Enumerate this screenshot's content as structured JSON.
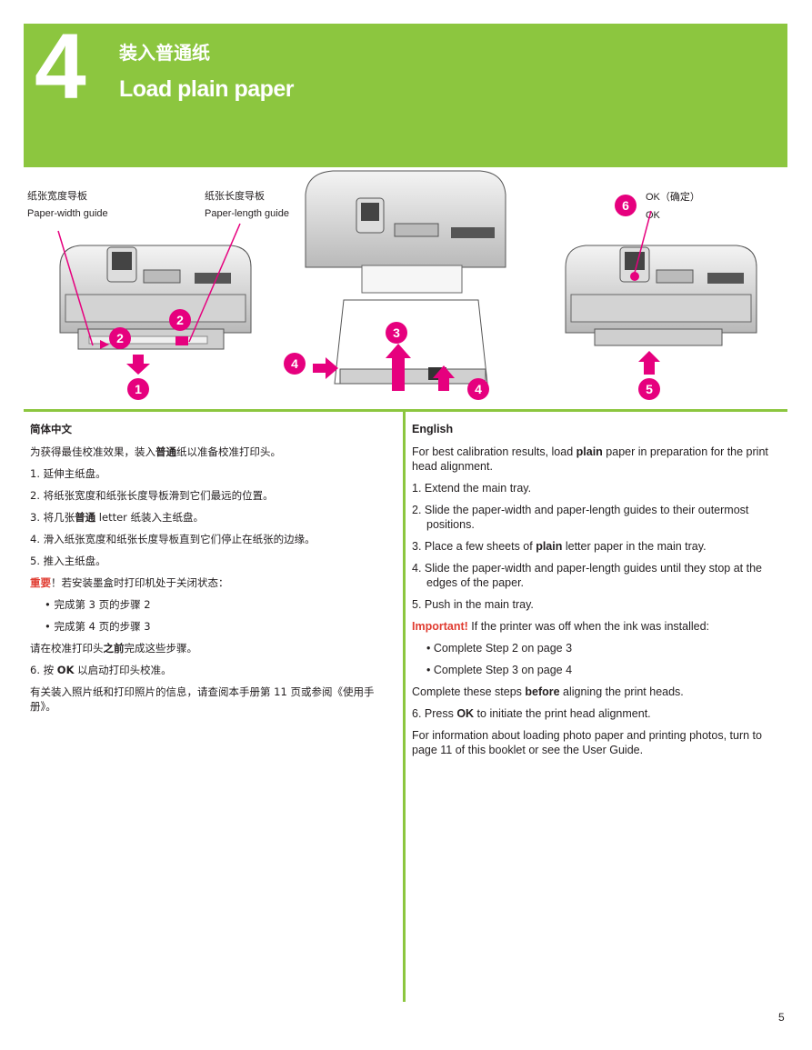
{
  "header": {
    "step": "4",
    "title_cn": "装入普通纸",
    "title_en": "Load plain paper"
  },
  "illustration": {
    "paper_width_guide_cn": "纸张宽度导板",
    "paper_width_guide_en": "Paper-width guide",
    "paper_length_guide_cn": "纸张长度导板",
    "paper_length_guide_en": "Paper-length guide",
    "ok_cn": "OK（确定）",
    "ok_en": "OK",
    "badges": [
      "1",
      "2",
      "2",
      "3",
      "4",
      "4",
      "5",
      "6"
    ]
  },
  "colors": {
    "green": "#8cc63f",
    "pink": "#e6007e",
    "important_red": "#e03c31"
  },
  "cn": {
    "heading": "简体中文",
    "intro_a": "为获得最佳校准效果，装入",
    "intro_b": "普通",
    "intro_c": "纸以准备校准打印头。",
    "s1": "1. 延伸主纸盘。",
    "s2": "2. 将纸张宽度和纸张长度导板滑到它们最远的位置。",
    "s3_a": "3. 将几张",
    "s3_b": "普通",
    "s3_c": " letter 纸装入主纸盘。",
    "s4": "4. 滑入纸张宽度和纸张长度导板直到它们停止在纸张的边缘。",
    "s5": "5. 推入主纸盘。",
    "imp_label": "重要",
    "imp_text": "！若安装墨盒时打印机处于关闭状态：",
    "b1": "• 完成第 3 页的步骤 2",
    "b2": "• 完成第 4 页的步骤 3",
    "before_a": "请在校准打印头",
    "before_b": "之前",
    "before_c": "完成这些步骤。",
    "s6_a": "6. 按 ",
    "s6_b": "OK",
    "s6_c": " 以启动打印头校准。",
    "info": "有关装入照片纸和打印照片的信息，请查阅本手册第 11 页或参阅《使用手册》。"
  },
  "en": {
    "heading": "English",
    "intro_a": "For best calibration results, load ",
    "intro_b": "plain",
    "intro_c": " paper in preparation for the print head alignment.",
    "s1": "1. Extend the main tray.",
    "s2": "2. Slide the paper-width and paper-length guides to their outermost positions.",
    "s3_a": "3. Place a few sheets of ",
    "s3_b": "plain",
    "s3_c": " letter paper in the main tray.",
    "s4": "4. Slide the paper-width and paper-length guides until they stop at the edges of the paper.",
    "s5": "5. Push in the main tray.",
    "imp_label": "Important!",
    "imp_text": " If the printer was off when the ink was installed:",
    "b1": "• Complete Step 2 on page 3",
    "b2": "• Complete Step 3 on page 4",
    "before_a": "Complete these steps ",
    "before_b": "before",
    "before_c": " aligning the print heads.",
    "s6_a": "6. Press ",
    "s6_b": "OK",
    "s6_c": " to initiate the print head alignment.",
    "info": "For information about loading photo paper and printing photos, turn to page 11 of this booklet or see the User Guide."
  },
  "page_number": "5"
}
